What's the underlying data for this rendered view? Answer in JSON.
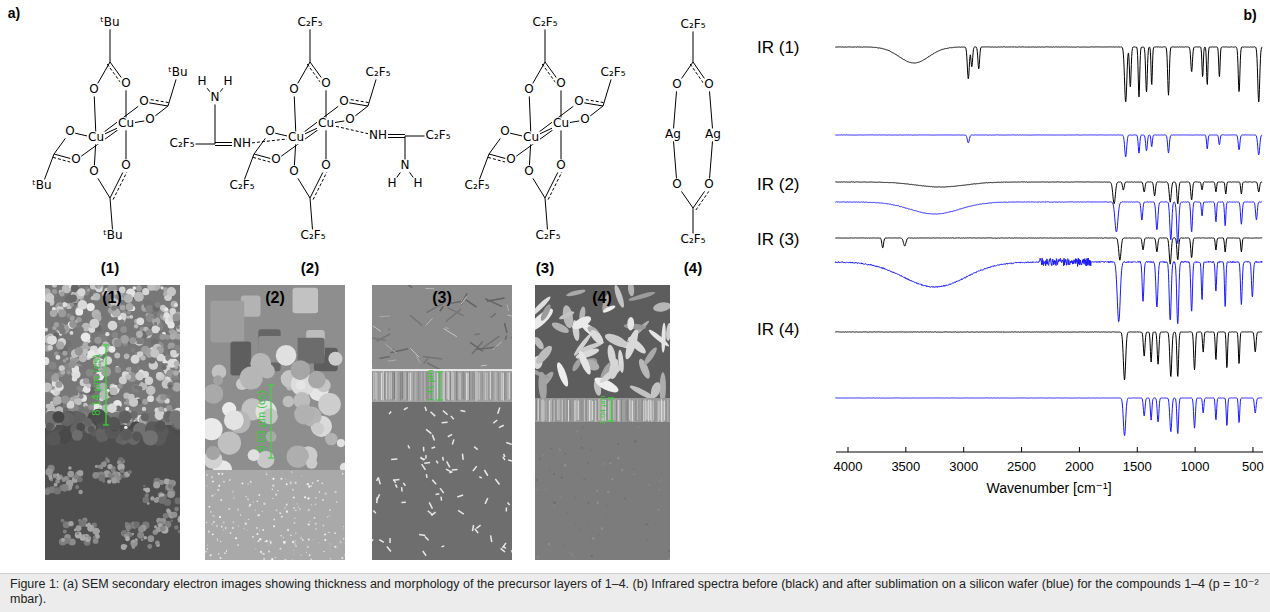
{
  "diagram": {
    "caption": "Figure 1: (a) SEM secondary electron images showing thickness and morphology of the precursor layers of 1–4. (b) Infrared spectra before (black) and after sublimation on a silicon wafer (blue) for the compounds 1–4 (p = 10⁻² mbar).",
    "labels": [
      "ᵗBu",
      "ᵗBu",
      "ᵗBu",
      "ᵗBu",
      "O",
      "O",
      "O",
      "O",
      "O",
      "O",
      "O",
      "O",
      "Cu",
      "Cu",
      "C₂F₅",
      "C₂F₅",
      "C₂F₅",
      "C₂F₅",
      "O",
      "O",
      "O",
      "O",
      "O",
      "O",
      "O",
      "O",
      "Cu",
      "Cu",
      "C₂F₅",
      "H",
      "N",
      "H",
      "NH",
      "NH",
      "C₂F₅",
      "N",
      "H",
      "H",
      "C₂F₅",
      "C₂F₅",
      "C₂F₅",
      "C₂F₅",
      "O",
      "O",
      "O",
      "O",
      "O",
      "O",
      "O",
      "O",
      "Cu",
      "Cu",
      "C₂F₅",
      "O",
      "O",
      "Ag",
      "Ag",
      "O",
      "O",
      "C₂F₅",
      "(1)",
      "(2)",
      "(3)",
      "(4)",
      "(1)",
      "(2)",
      "(3)",
      "(4)",
      "8.14 µm (cs)",
      "6.03 µm (cs)",
      "1.41 µm",
      "1.04 µm",
      "IR (1)",
      "IR (2)",
      "IR (3)",
      "IR (4)",
      "a)",
      "b)",
      "4000",
      "3500",
      "3000",
      "2500",
      "2000",
      "1500",
      "1000",
      "500",
      "Wavenumber [cm⁻¹]"
    ]
  }
}
